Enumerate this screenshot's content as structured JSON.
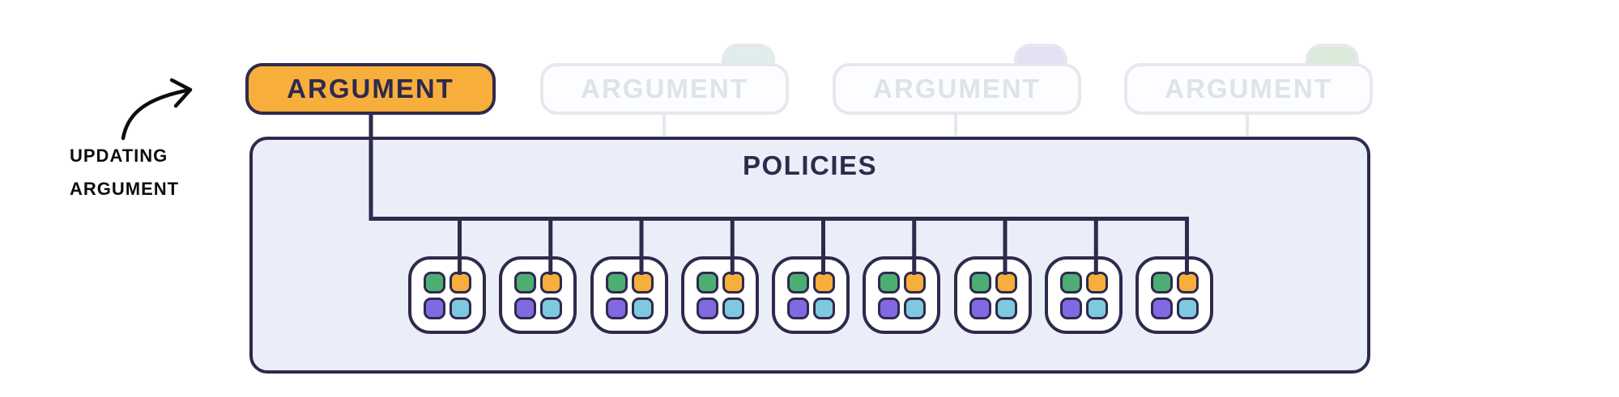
{
  "annotation": {
    "line1": "UPDATING",
    "line2": "ARGUMENT"
  },
  "arguments": {
    "items": [
      {
        "label": "ARGUMENT",
        "state": "active",
        "fill": "#f7ae3b"
      },
      {
        "label": "ARGUMENT",
        "state": "faded",
        "bump_color": "#dfedec"
      },
      {
        "label": "ARGUMENT",
        "state": "faded",
        "bump_color": "#e3e0f4"
      },
      {
        "label": "ARGUMENT",
        "state": "faded",
        "bump_color": "#dcebd9"
      }
    ]
  },
  "policies": {
    "title": "POLICIES",
    "count": 9,
    "cell_colors": {
      "top_left": "#4cae73",
      "top_right": "#f7ae3b",
      "bottom_left": "#8169e2",
      "bottom_right": "#7ec9df"
    }
  },
  "colors": {
    "outline": "#2e2a4d",
    "active_fill": "#f7ae3b",
    "box_fill": "#eaeef8",
    "faded_stroke": "#e6e8ee",
    "faded_text": "#e0e2ea",
    "faded_fill": "#fcfdfe",
    "annotation": "#0d0d0d",
    "canvas_bg": "#ffffff"
  }
}
